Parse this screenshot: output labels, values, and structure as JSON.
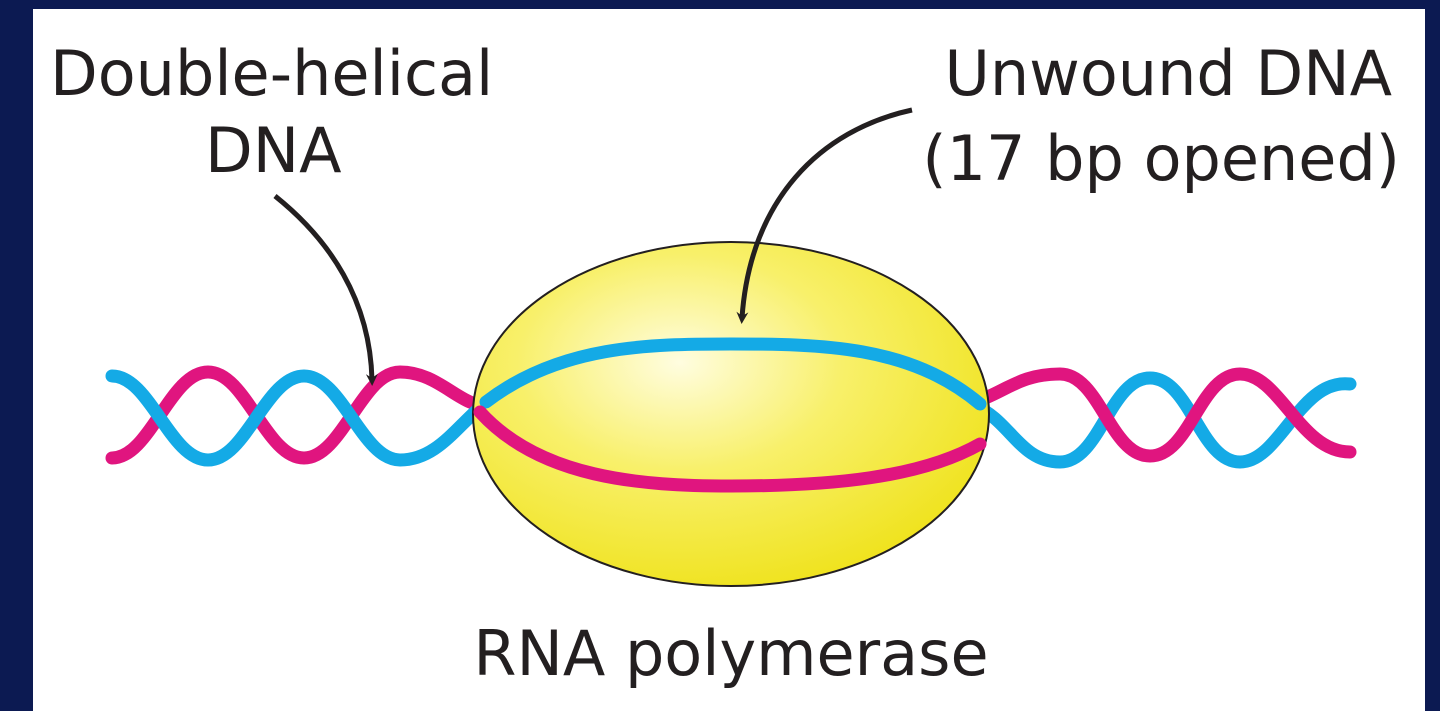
{
  "labels": {
    "double_helix_line1": "Double-helical",
    "double_helix_line2": "DNA",
    "unwound_line1": "Unwound DNA",
    "unwound_line2": "(17 bp opened)",
    "polymerase": "RNA polymerase"
  },
  "colors": {
    "frame": "#0c1a52",
    "strand_pink": "#e0157f",
    "strand_blue": "#14aae6",
    "polymerase_fill": "#f7ef3c",
    "text": "#231f20"
  }
}
